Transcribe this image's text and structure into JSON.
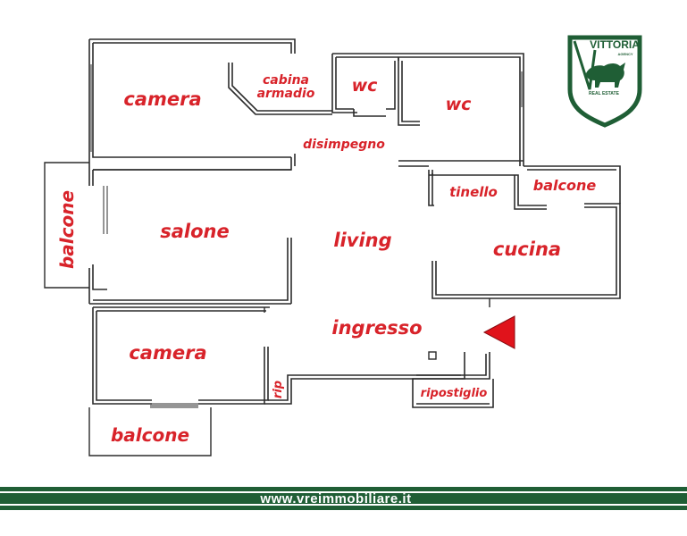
{
  "floorplan": {
    "rooms": {
      "camera_top": "camera",
      "cabina_line1": "cabina",
      "cabina_line2": "armadio",
      "wc_1": "wc",
      "wc_2": "wc",
      "disimpegno": "disimpegno",
      "balcone_left": "balcone",
      "salone": "salone",
      "living": "living",
      "tinello": "tinello",
      "balcone_right": "balcone",
      "cucina": "cucina",
      "ingresso": "ingresso",
      "camera_bottom": "camera",
      "rip": "rip",
      "ripostiglio": "ripostiglio",
      "balcone_bottom": "balcone"
    },
    "entrance_marker_color": "#e0131b",
    "label_color": "#d8232a"
  },
  "logo": {
    "name": "VITTORIA",
    "sub": "AGENCY",
    "tagline": "REAL ESTATE",
    "color": "#1f5e35"
  },
  "footer": {
    "website": "www.vreimmobiliare.it",
    "band_color": "#1f5e35"
  }
}
